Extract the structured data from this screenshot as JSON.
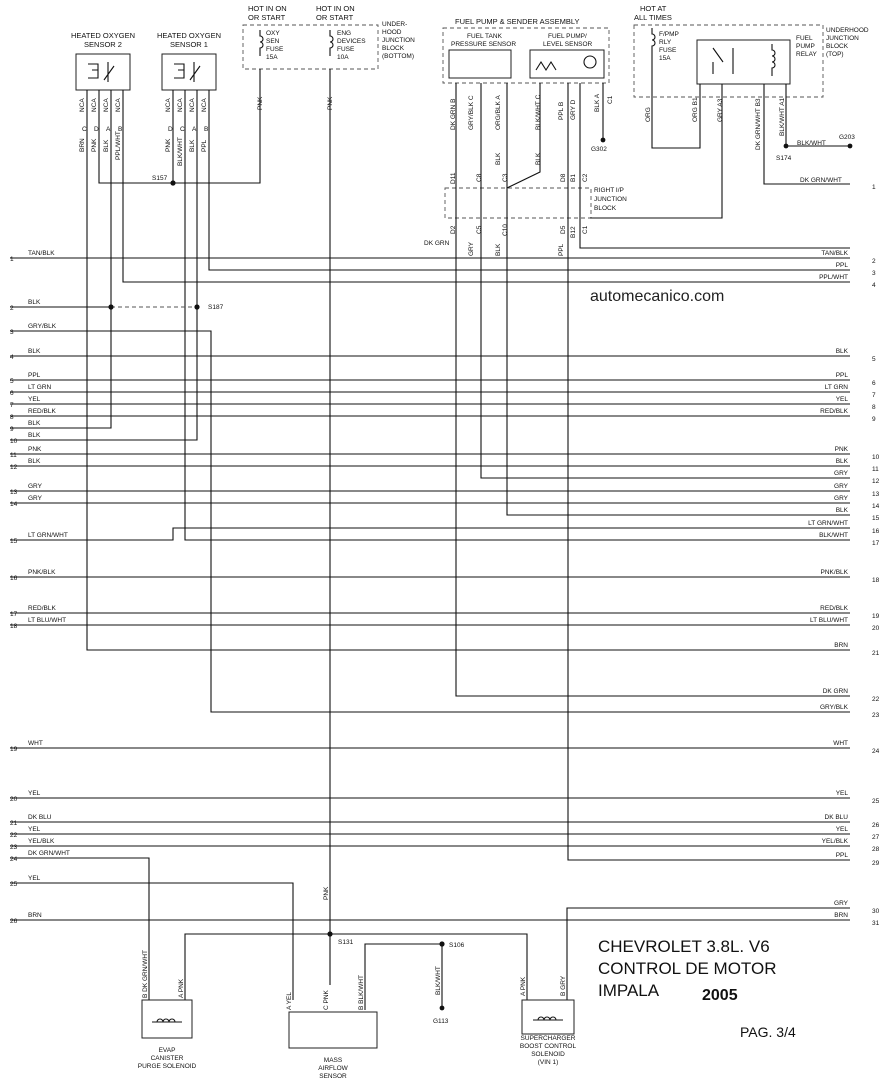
{
  "watermark": "automecanico.com",
  "title": {
    "line1": "CHEVROLET 3.8L. V6",
    "line2": "CONTROL DE MOTOR",
    "line3": "IMPALA",
    "year": "2005",
    "page": "PAG. 3/4"
  },
  "headers": {
    "hot_run_1": "HOT IN ON",
    "hot_run_2": "OR START",
    "hot_run_b1": "HOT IN ON",
    "hot_run_b2": "OR START",
    "hot_all_1": "HOT AT",
    "hot_all_2": "ALL TIMES"
  },
  "components": {
    "ho2s2": [
      "HEATED OXYGEN",
      "SENSOR 2"
    ],
    "ho2s1": [
      "HEATED OXYGEN",
      "SENSOR 1"
    ],
    "uh_bottom": [
      "UNDER-",
      "HOOD",
      "JUNCTION",
      "BLOCK",
      "(BOTTOM)"
    ],
    "oxy_fuse": [
      "OXY",
      "SEN",
      "FUSE",
      "15A"
    ],
    "eng_fuse": [
      "ENG",
      "DEVICES",
      "FUSE",
      "10A"
    ],
    "fp_assy": "FUEL PUMP & SENDER ASSEMBLY",
    "tank_sensor": [
      "FUEL TANK",
      "PRESSURE SENSOR"
    ],
    "fp_level": [
      "FUEL PUMP/",
      "LEVEL SENSOR"
    ],
    "fp_fuse": [
      "F/PMP",
      "RLY",
      "FUSE",
      "15A"
    ],
    "uh_top": [
      "UNDERHOOD",
      "JUNCTION",
      "BLOCK",
      "(TOP)"
    ],
    "fp_relay": [
      "FUEL",
      "PUMP",
      "RELAY"
    ],
    "rip_block": [
      "RIGHT I/P",
      "JUNCTION",
      "BLOCK"
    ],
    "evap": [
      "EVAP",
      "CANISTER",
      "PURGE SOLENOID"
    ],
    "maf": [
      "MASS",
      "AIRFLOW",
      "SENSOR"
    ],
    "sc": [
      "SUPERCHARGER",
      "BOOST CONTROL",
      "SOLENOID",
      "(VIN 1)"
    ]
  },
  "splices": {
    "s157": "S157",
    "s187": "S187",
    "s174": "S174",
    "s131": "S131",
    "s106": "S106",
    "g302": "G302",
    "g203": "G203",
    "g113": "G113"
  },
  "top_labels": {
    "s2_top": [
      "NCA",
      "NCA",
      "NCA",
      "NCA"
    ],
    "s2_pins": [
      "C",
      "D",
      "A",
      "B"
    ],
    "s2_wires": [
      "BRN",
      "PNK",
      "BLK",
      "PPL/WHT"
    ],
    "s1_top": [
      "NCA",
      "NCA",
      "NCA",
      "NCA"
    ],
    "s1_pins": [
      "D",
      "C",
      "A",
      "B"
    ],
    "s1_wires": [
      "PNK",
      "BLK/WHT",
      "BLK",
      "PPL"
    ],
    "oxy_wire": "PNK",
    "eng_wire": "PNK",
    "fp_pins": [
      "DK GRN  B",
      "GRY/BLK  C",
      "ORG/BLK  A",
      "BLK/WHT  C",
      "PPL  B",
      "GRY  D",
      "BLK  A",
      "C1"
    ],
    "rip_top": [
      "D11",
      "C8",
      "C3",
      "D8",
      "B1",
      "C2"
    ],
    "rip_bot": [
      "D2",
      "C5",
      "C10",
      "D5",
      "B12",
      "C1"
    ],
    "rip_wires_bot": [
      "GRY",
      "BLK",
      "PPL"
    ],
    "blk_mid": "BLK",
    "blk_mid2": "BLK",
    "dkgrn_left": "DK GRN",
    "relay_pins": [
      "ORG",
      "ORG  B1",
      "GRY  A3",
      "DK GRN/WHT  B3",
      "BLK/WHT  A1"
    ],
    "blkwht_g203": "BLK/WHT",
    "dkgrnwht_r1": "DK GRN/WHT"
  },
  "left_rows": [
    {
      "n": "1",
      "label": "TAN/BLK"
    },
    {
      "n": "2",
      "label": "BLK"
    },
    {
      "n": "3",
      "label": "GRY/BLK"
    },
    {
      "n": "4",
      "label": "BLK"
    },
    {
      "n": "5",
      "label": "PPL"
    },
    {
      "n": "6",
      "label": "LT GRN"
    },
    {
      "n": "7",
      "label": "YEL"
    },
    {
      "n": "8",
      "label": "RED/BLK"
    },
    {
      "n": "9",
      "label": "BLK"
    },
    {
      "n": "10",
      "label": "BLK"
    },
    {
      "n": "11",
      "label": "PNK"
    },
    {
      "n": "12",
      "label": "BLK"
    },
    {
      "n": "13",
      "label": "GRY"
    },
    {
      "n": "14",
      "label": "GRY"
    },
    {
      "n": "15",
      "label": "LT GRN/WHT"
    },
    {
      "n": "16",
      "label": "PNK/BLK"
    },
    {
      "n": "17",
      "label": "RED/BLK"
    },
    {
      "n": "18",
      "label": "LT BLU/WHT"
    },
    {
      "n": "19",
      "label": "WHT"
    },
    {
      "n": "20",
      "label": "YEL"
    },
    {
      "n": "21",
      "label": "DK BLU"
    },
    {
      "n": "22",
      "label": "YEL"
    },
    {
      "n": "23",
      "label": "YEL/BLK"
    },
    {
      "n": "24",
      "label": "DK GRN/WHT"
    },
    {
      "n": "25",
      "label": "YEL"
    },
    {
      "n": "26",
      "label": "BRN"
    }
  ],
  "right_rows": [
    {
      "n": "1",
      "label": "DK GRN/WHT"
    },
    {
      "n": "2",
      "label": "TAN/BLK"
    },
    {
      "n": "3",
      "label": "PPL"
    },
    {
      "n": "4",
      "label": "PPL/WHT"
    },
    {
      "n": "5",
      "label": "BLK"
    },
    {
      "n": "6",
      "label": "PPL"
    },
    {
      "n": "7",
      "label": "LT GRN"
    },
    {
      "n": "8",
      "label": "YEL"
    },
    {
      "n": "9",
      "label": "RED/BLK"
    },
    {
      "n": "10",
      "label": "PNK"
    },
    {
      "n": "11",
      "label": "BLK"
    },
    {
      "n": "12",
      "label": "GRY"
    },
    {
      "n": "13",
      "label": "GRY"
    },
    {
      "n": "14",
      "label": "GRY"
    },
    {
      "n": "15",
      "label": "BLK"
    },
    {
      "n": "16",
      "label": "LT GRN/WHT"
    },
    {
      "n": "17",
      "label": "BLK/WHT"
    },
    {
      "n": "18",
      "label": "PNK/BLK"
    },
    {
      "n": "19",
      "label": "RED/BLK"
    },
    {
      "n": "20",
      "label": "LT BLU/WHT"
    },
    {
      "n": "21",
      "label": "BRN"
    },
    {
      "n": "22",
      "label": "DK GRN"
    },
    {
      "n": "23",
      "label": "GRY/BLK"
    },
    {
      "n": "24",
      "label": "WHT"
    },
    {
      "n": "25",
      "label": "YEL"
    },
    {
      "n": "26",
      "label": "DK BLU"
    },
    {
      "n": "27",
      "label": "YEL"
    },
    {
      "n": "28",
      "label": "YEL/BLK"
    },
    {
      "n": "29",
      "label": "PPL"
    },
    {
      "n": "30",
      "label": "GRY"
    },
    {
      "n": "31",
      "label": "BRN"
    }
  ],
  "bottom_labels": {
    "evap_b": "B  DK GRN/WHT",
    "evap_a": "A  PNK",
    "maf_a": "A  YEL",
    "maf_c": "C  PNK",
    "maf_b": "B  BLK/WHT",
    "g113_wire": "BLK/WHT",
    "sc_a": "A  PNK",
    "sc_b": "B  GRY",
    "pnk_vert": "PNK"
  }
}
